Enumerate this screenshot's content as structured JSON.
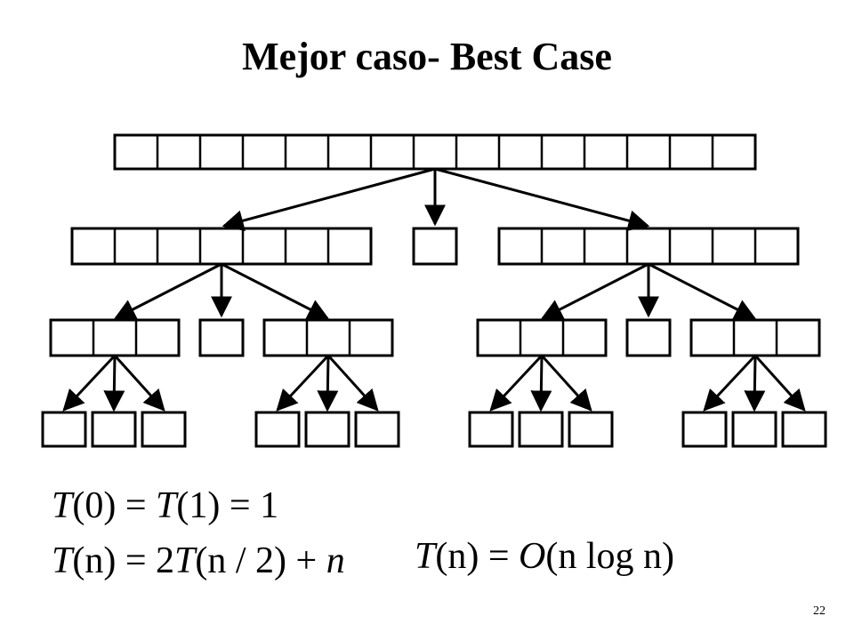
{
  "slide": {
    "title": "Mejor caso- Best Case",
    "page_number": "22"
  },
  "diagram": {
    "description_free": true,
    "root_cells": 15,
    "levels": [
      {
        "level": 0,
        "groups": [
          15
        ]
      },
      {
        "level": 1,
        "groups": [
          7,
          1,
          7
        ]
      },
      {
        "level": 2,
        "groups": [
          3,
          1,
          3,
          3,
          1,
          3
        ]
      },
      {
        "level": 3,
        "groups": [
          1,
          1,
          1,
          1,
          1,
          1,
          1,
          1,
          1,
          1,
          1,
          1
        ]
      }
    ],
    "stroke_color": "#000000"
  },
  "equations": {
    "base": {
      "lhs1": "T",
      "arg1": "(0)",
      "eq1": " = ",
      "lhs2": "T",
      "arg2": "(1)",
      "eq2": " = ",
      "rhs": "1"
    },
    "recurrence": {
      "lhs": "T",
      "arg": "(n)",
      "eq": " = ",
      "coef": "2",
      "fn": "T",
      "inner": "(n / 2)",
      "plus": " + ",
      "n": "n"
    },
    "result": {
      "lhs": "T",
      "arg": "(n)",
      "eq": " = ",
      "big_o": "O",
      "inner": "(n log n)"
    }
  }
}
